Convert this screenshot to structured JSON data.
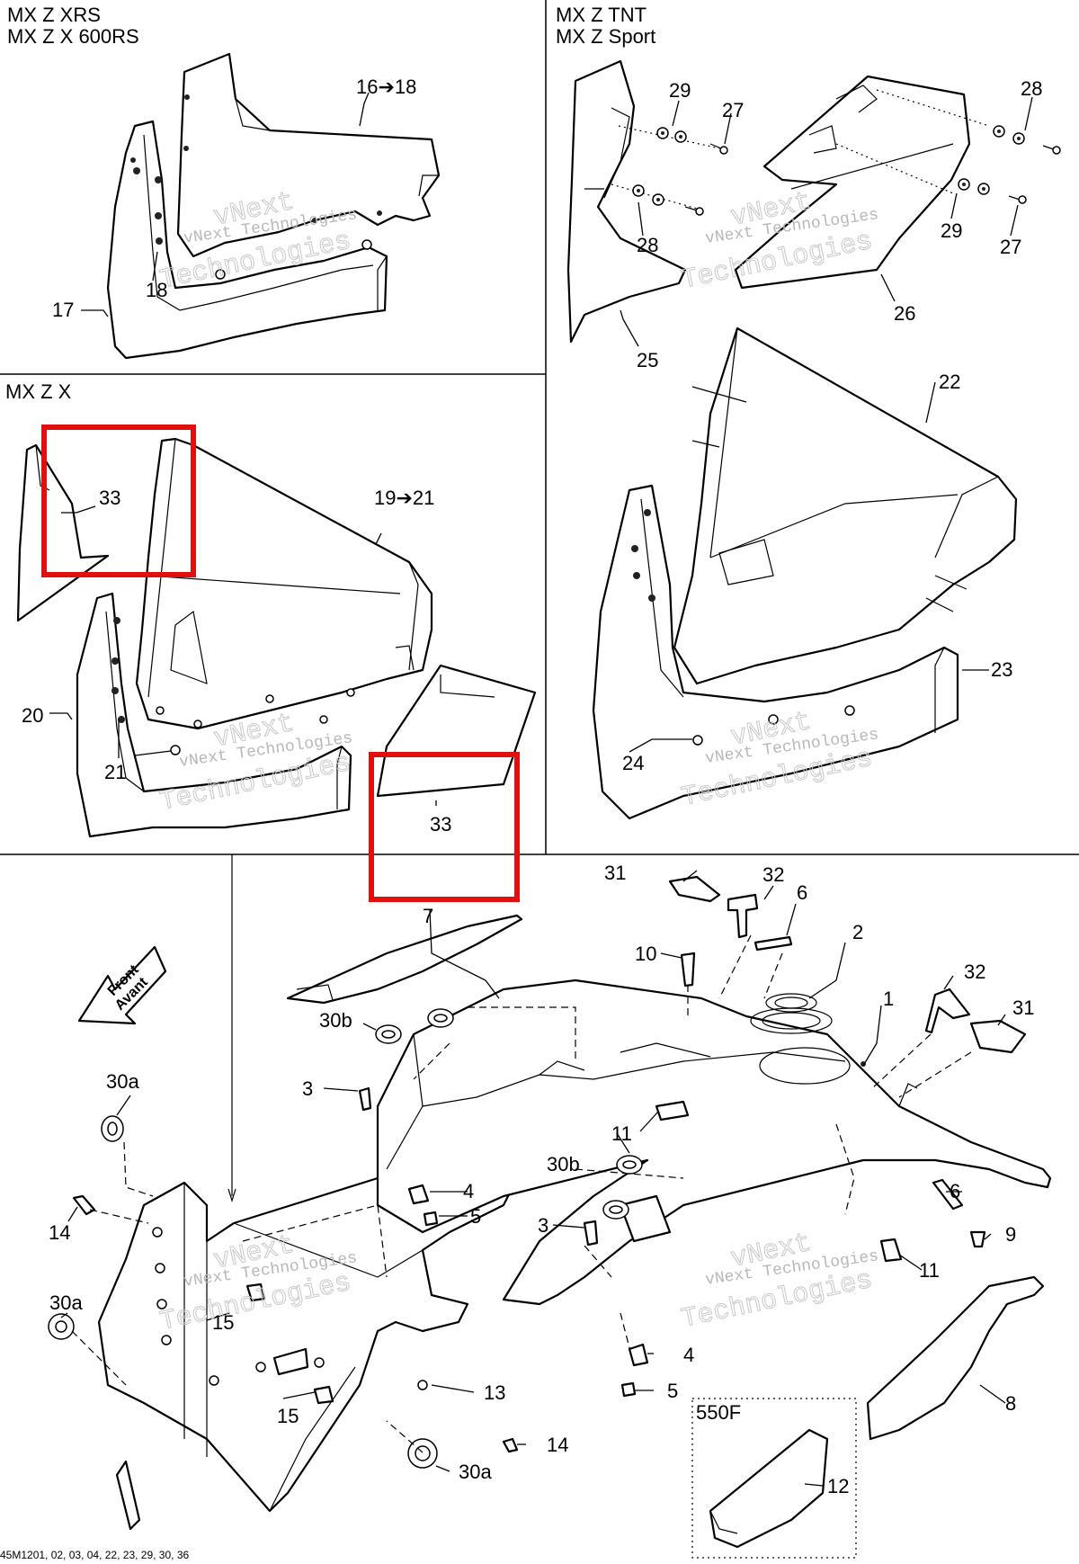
{
  "models": {
    "top_left": [
      "MX Z XRS",
      "MX Z X 600RS"
    ],
    "top_right": [
      "MX Z TNT",
      "MX Z Sport"
    ],
    "middle_left": "MX Z X"
  },
  "callouts": {
    "c16_18": "16➔18",
    "c17": "17",
    "c18": "18",
    "c29a": "29",
    "c27a": "27",
    "c28a": "28",
    "c28b": "28",
    "c29b": "29",
    "c27b": "27",
    "c25": "25",
    "c26": "26",
    "c33a": "33",
    "c19_21": "19➔21",
    "c20": "20",
    "c21": "21",
    "c33b": "33",
    "c22": "22",
    "c23": "23",
    "c24": "24",
    "c31a": "31",
    "c32a": "32",
    "c6a": "6",
    "c10": "10",
    "c2": "2",
    "c7": "7",
    "c32b": "32",
    "c1": "1",
    "c31b": "31",
    "c30b_a": "30b",
    "c30a_a": "30a",
    "c3a": "3",
    "c11a": "11",
    "c4a": "4",
    "c5a": "5",
    "c30b_b": "30b",
    "c3b": "3",
    "c6b": "6",
    "c9": "9",
    "c11b": "11",
    "c14a": "14",
    "c15a": "15",
    "c30a_b": "30a",
    "c15b": "15",
    "c13": "13",
    "c4b": "4",
    "c5b": "5",
    "c14b": "14",
    "c30a_c": "30a",
    "c550f": "550F",
    "c8": "8",
    "c12": "12"
  },
  "front_arrow": [
    "Front",
    "Avant"
  ],
  "watermark": {
    "line1": "vNext Technologies",
    "line2": "vNext",
    "line3": "Technologies"
  },
  "reference_code": "45M1201, 02, 03, 04, 22, 23, 29, 30, 36",
  "colors": {
    "highlight": "#e01010",
    "line": "#000000",
    "watermark": "#b8b8b8"
  }
}
